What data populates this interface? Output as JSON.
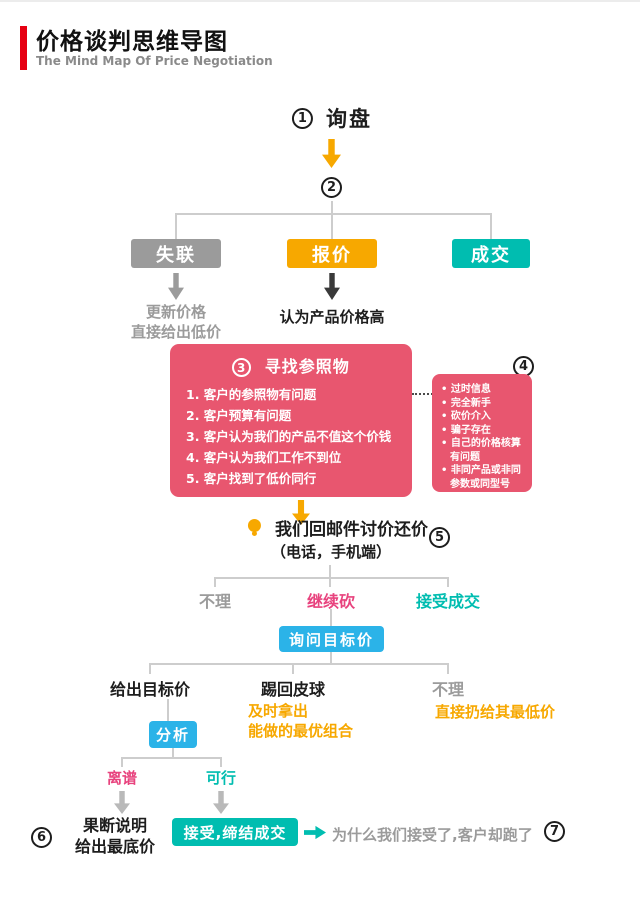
{
  "colors": {
    "accent_red": "#e60012",
    "orange": "#f7a800",
    "gray": "#9b9b9b",
    "teal": "#00bdb0",
    "pink": "#e8566f",
    "cyan": "#2bb3e8",
    "magenta": "#e8437e"
  },
  "page": {
    "title": "价格谈判思维导图",
    "subtitle": "The Mind Map Of Price Negotiation"
  },
  "flow": {
    "step1_num": "1",
    "step1_label": "询盘",
    "step2_num": "2",
    "branch_lost": "失联",
    "branch_quote": "报价",
    "branch_deal": "成交",
    "lost_note": "更新价格\n直接给出低价",
    "quote_note": "认为产品价格高",
    "reference": {
      "num": "3",
      "title": "寻找参照物",
      "items": [
        "1. 客户的参照物有问题",
        "2. 客户预算有问题",
        "3. 客户认为我们的产品不值这个价钱",
        "4. 客户认为我们工作不到位",
        "5. 客户找到了低价同行"
      ]
    },
    "side": {
      "num": "4",
      "items": [
        "过时信息",
        "完全新手",
        "砍价介入",
        "骗子存在",
        "自己的价格核算有问题",
        "非同产品或非同参数或同型号"
      ]
    },
    "reply": {
      "num": "5",
      "line1": "我们回邮件讨价还价",
      "line2": "（电话，手机端）"
    },
    "opt_ignore1": "不理",
    "opt_continue": "继续砍",
    "opt_accept": "接受成交",
    "ask_target": "询问目标价",
    "give_target": "给出目标价",
    "kick_ball": "踢回皮球",
    "opt_ignore2": "不理",
    "kick_note": "及时拿出\n能做的最优组合",
    "ignore_note": "直接扔给其最低价",
    "analyze": "分析",
    "absurd": "离谱",
    "feasible": "可行",
    "final": {
      "num": "6",
      "text": "果断说明\n给出最底价"
    },
    "accept_deal": "接受,缔结成交",
    "question": {
      "num": "7",
      "text": "为什么我们接受了,客户却跑了"
    }
  }
}
